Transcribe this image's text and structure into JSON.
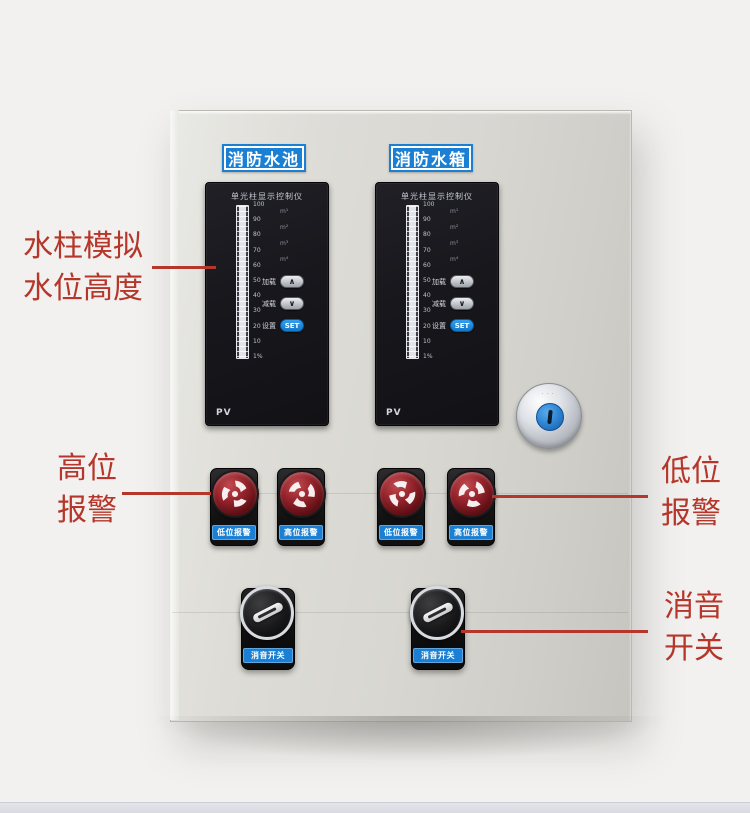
{
  "annotations": {
    "color": "#b5362a",
    "water_column": {
      "line1": "水柱模拟",
      "line2": "水位高度"
    },
    "high_alarm": {
      "line1": "高位",
      "line2": "报警"
    },
    "low_alarm": {
      "line1": "低位",
      "line2": "报警"
    },
    "mute_switch": {
      "line1": "消音",
      "line2": "开关"
    }
  },
  "cabinet": {
    "tags": [
      {
        "label": "消防水池"
      },
      {
        "label": "消防水箱"
      }
    ],
    "display": {
      "title": "单光柱显示控制仪",
      "scale_labels": [
        "100",
        "90",
        "80",
        "70",
        "60",
        "50",
        "40",
        "30",
        "20",
        "10",
        "1%"
      ],
      "indicator_labels": [
        "m¹",
        "m²",
        "m³",
        "m⁴"
      ],
      "buttons": [
        {
          "label": "加载",
          "glyph": "∧"
        },
        {
          "label": "减载",
          "glyph": "∨"
        },
        {
          "label": "设置",
          "glyph": "SET"
        }
      ],
      "pv_label": "PV"
    },
    "alarm_lights": [
      {
        "label": "低位报警"
      },
      {
        "label": "高位报警"
      },
      {
        "label": "低位报警"
      },
      {
        "label": "高位报警"
      }
    ],
    "mute_switches": [
      {
        "label": "消音开关"
      },
      {
        "label": "消音开关"
      }
    ],
    "colors": {
      "tag_blue": "#1b80d3",
      "set_button_blue": "#1f8ce2",
      "beacon_red": "#8e2128",
      "cabinet_gray": "#d8d7d1",
      "annotation_red": "#b5362a"
    }
  }
}
